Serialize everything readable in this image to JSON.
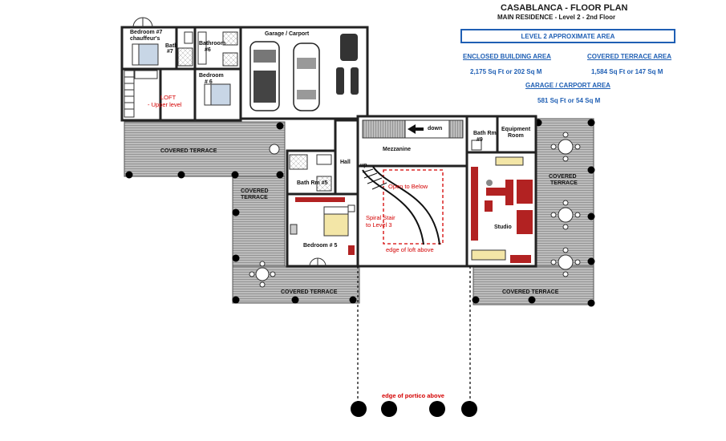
{
  "header": {
    "title": "CASABLANCA - FLOOR PLAN",
    "subtitle": "MAIN RESIDENCE - Level 2 - 2nd Floor"
  },
  "area_box": {
    "title": "LEVEL 2  APPROXIMATE  AREA",
    "enclosed_label": "ENCLOSED BUILDING AREA",
    "enclosed_value": "2,175 Sq Ft  or  202 Sq M",
    "terrace_label": "COVERED TERRACE AREA",
    "terrace_value": "1,584 Sq Ft  or 147 Sq M",
    "garage_label": "GARAGE / CARPORT  AREA",
    "garage_value": "581 Sq Ft  or  54 Sq M"
  },
  "rooms": {
    "bedroom7_a": "Bedroom #7",
    "bedroom7_b": "chauffeur's",
    "bath7_a": "Bath",
    "bath7_b": "#7",
    "bathroom6_a": "Bathroom",
    "bathroom6_b": "#6",
    "bedroom6_a": "Bedroom",
    "bedroom6_b": "# 6",
    "garage": "Garage / Carport",
    "loft_a": "LOFT",
    "loft_b": "- Upper level",
    "terrace_nw": "COVERED TERRACE",
    "terrace_mid_a": "COVERED",
    "terrace_mid_b": "TERRACE",
    "terrace_sw": "COVERED TERRACE",
    "terrace_se": "COVERED TERRACE",
    "terrace_e_a": "COVERED",
    "terrace_e_b": "TERRACE",
    "hall": "Hall",
    "bath5": "Bath Rm #5",
    "bedroom5": "Bedroom # 5",
    "mezzanine": "Mezzanine",
    "down": "down",
    "up": "up",
    "bath9_a": "Bath Rm",
    "bath9_b": "#9",
    "equip_a": "Equipment",
    "equip_b": "Room",
    "studio": "Studio",
    "open_below": "Open to Below",
    "spiral_a": "Spiral Stair",
    "spiral_b": "to Level 3",
    "edge_loft": "edge of loft above",
    "edge_portico": "edge of portico above"
  }
}
